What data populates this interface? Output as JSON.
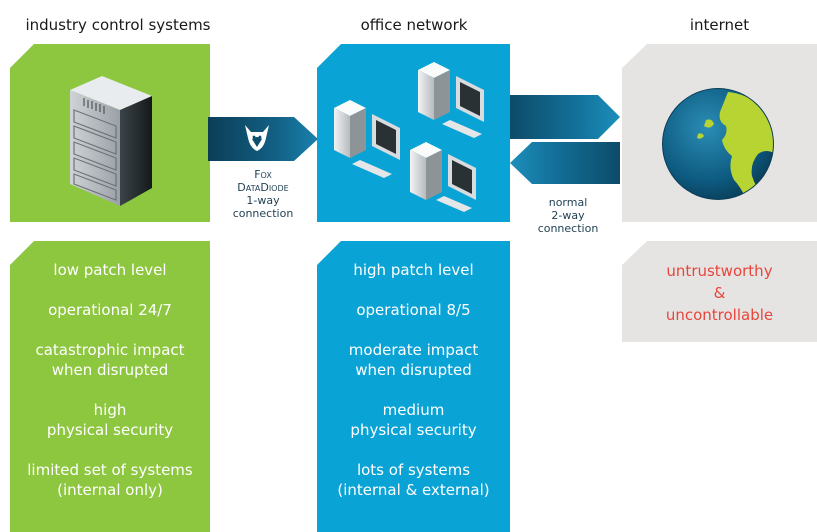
{
  "columns": {
    "ics": {
      "title": "industry control systems",
      "items": [
        "low patch level",
        "operational 24/7",
        "catastrophic impact",
        "when disrupted",
        "high",
        "physical security",
        "limited set of systems",
        "(internal only)"
      ]
    },
    "office": {
      "title": "office network",
      "items": [
        "high patch level",
        "operational 8/5",
        "moderate impact",
        "when disrupted",
        "medium",
        "physical security",
        "lots of systems",
        "(internal & external)"
      ]
    },
    "internet": {
      "title": "internet",
      "lines": [
        "untrustworthy",
        "&",
        "uncontrollable"
      ]
    }
  },
  "connections": {
    "diode": {
      "line1": "Fox",
      "line2": "DataDiode",
      "line3": "1-way",
      "line4": "connection"
    },
    "normal": {
      "line1": "normal",
      "line2": "2-way",
      "line3": "connection"
    }
  },
  "colors": {
    "ics_green": "#8dc63f",
    "office_blue": "#0aa3d6",
    "internet_gray": "#e6e4e3",
    "arrow_navy": "#0e4f6e",
    "warning_red": "#e8453c"
  },
  "icons": {
    "ics": "server-rack-icon",
    "office": "computers-icon",
    "internet": "globe-icon",
    "diode": "fox-icon"
  }
}
